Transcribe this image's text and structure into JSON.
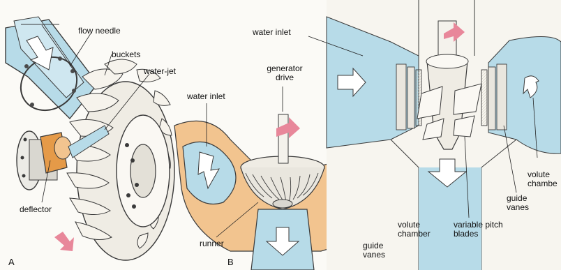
{
  "labels": {
    "panel_a": "A",
    "panel_b": "B",
    "flow_needle": "flow needle",
    "buckets": "buckets",
    "water_jet": "water-jet",
    "deflector": "deflector",
    "water_inlet_b": "water inlet",
    "generator_drive_1": "generator",
    "generator_drive_2": "drive",
    "water_inlet_top": "water inlet",
    "runner": "runner",
    "volute_chamber_b_1": "volute",
    "volute_chamber_b_2": "chamber",
    "guide_vanes_b_1": "guide",
    "guide_vanes_b_2": "vanes",
    "variable_pitch_1": "variable pitch",
    "variable_pitch_2": "blades",
    "guide_vanes_c_1": "guide",
    "guide_vanes_c_2": "vanes",
    "volute_chamber_c_1": "volute",
    "volute_chamber_c_2": "chambe"
  },
  "colors": {
    "water": "#b7dbe8",
    "water_dark": "#8fc3d6",
    "flow_arrow": "#e8879a",
    "deflector": "#e59a48",
    "housing": "#f2c48f",
    "metal": "#e9e6de",
    "outline": "#3a3a3a"
  },
  "icons": {
    "flow": "white-flow-arrow",
    "rotation": "pink-rotation-arrow"
  }
}
